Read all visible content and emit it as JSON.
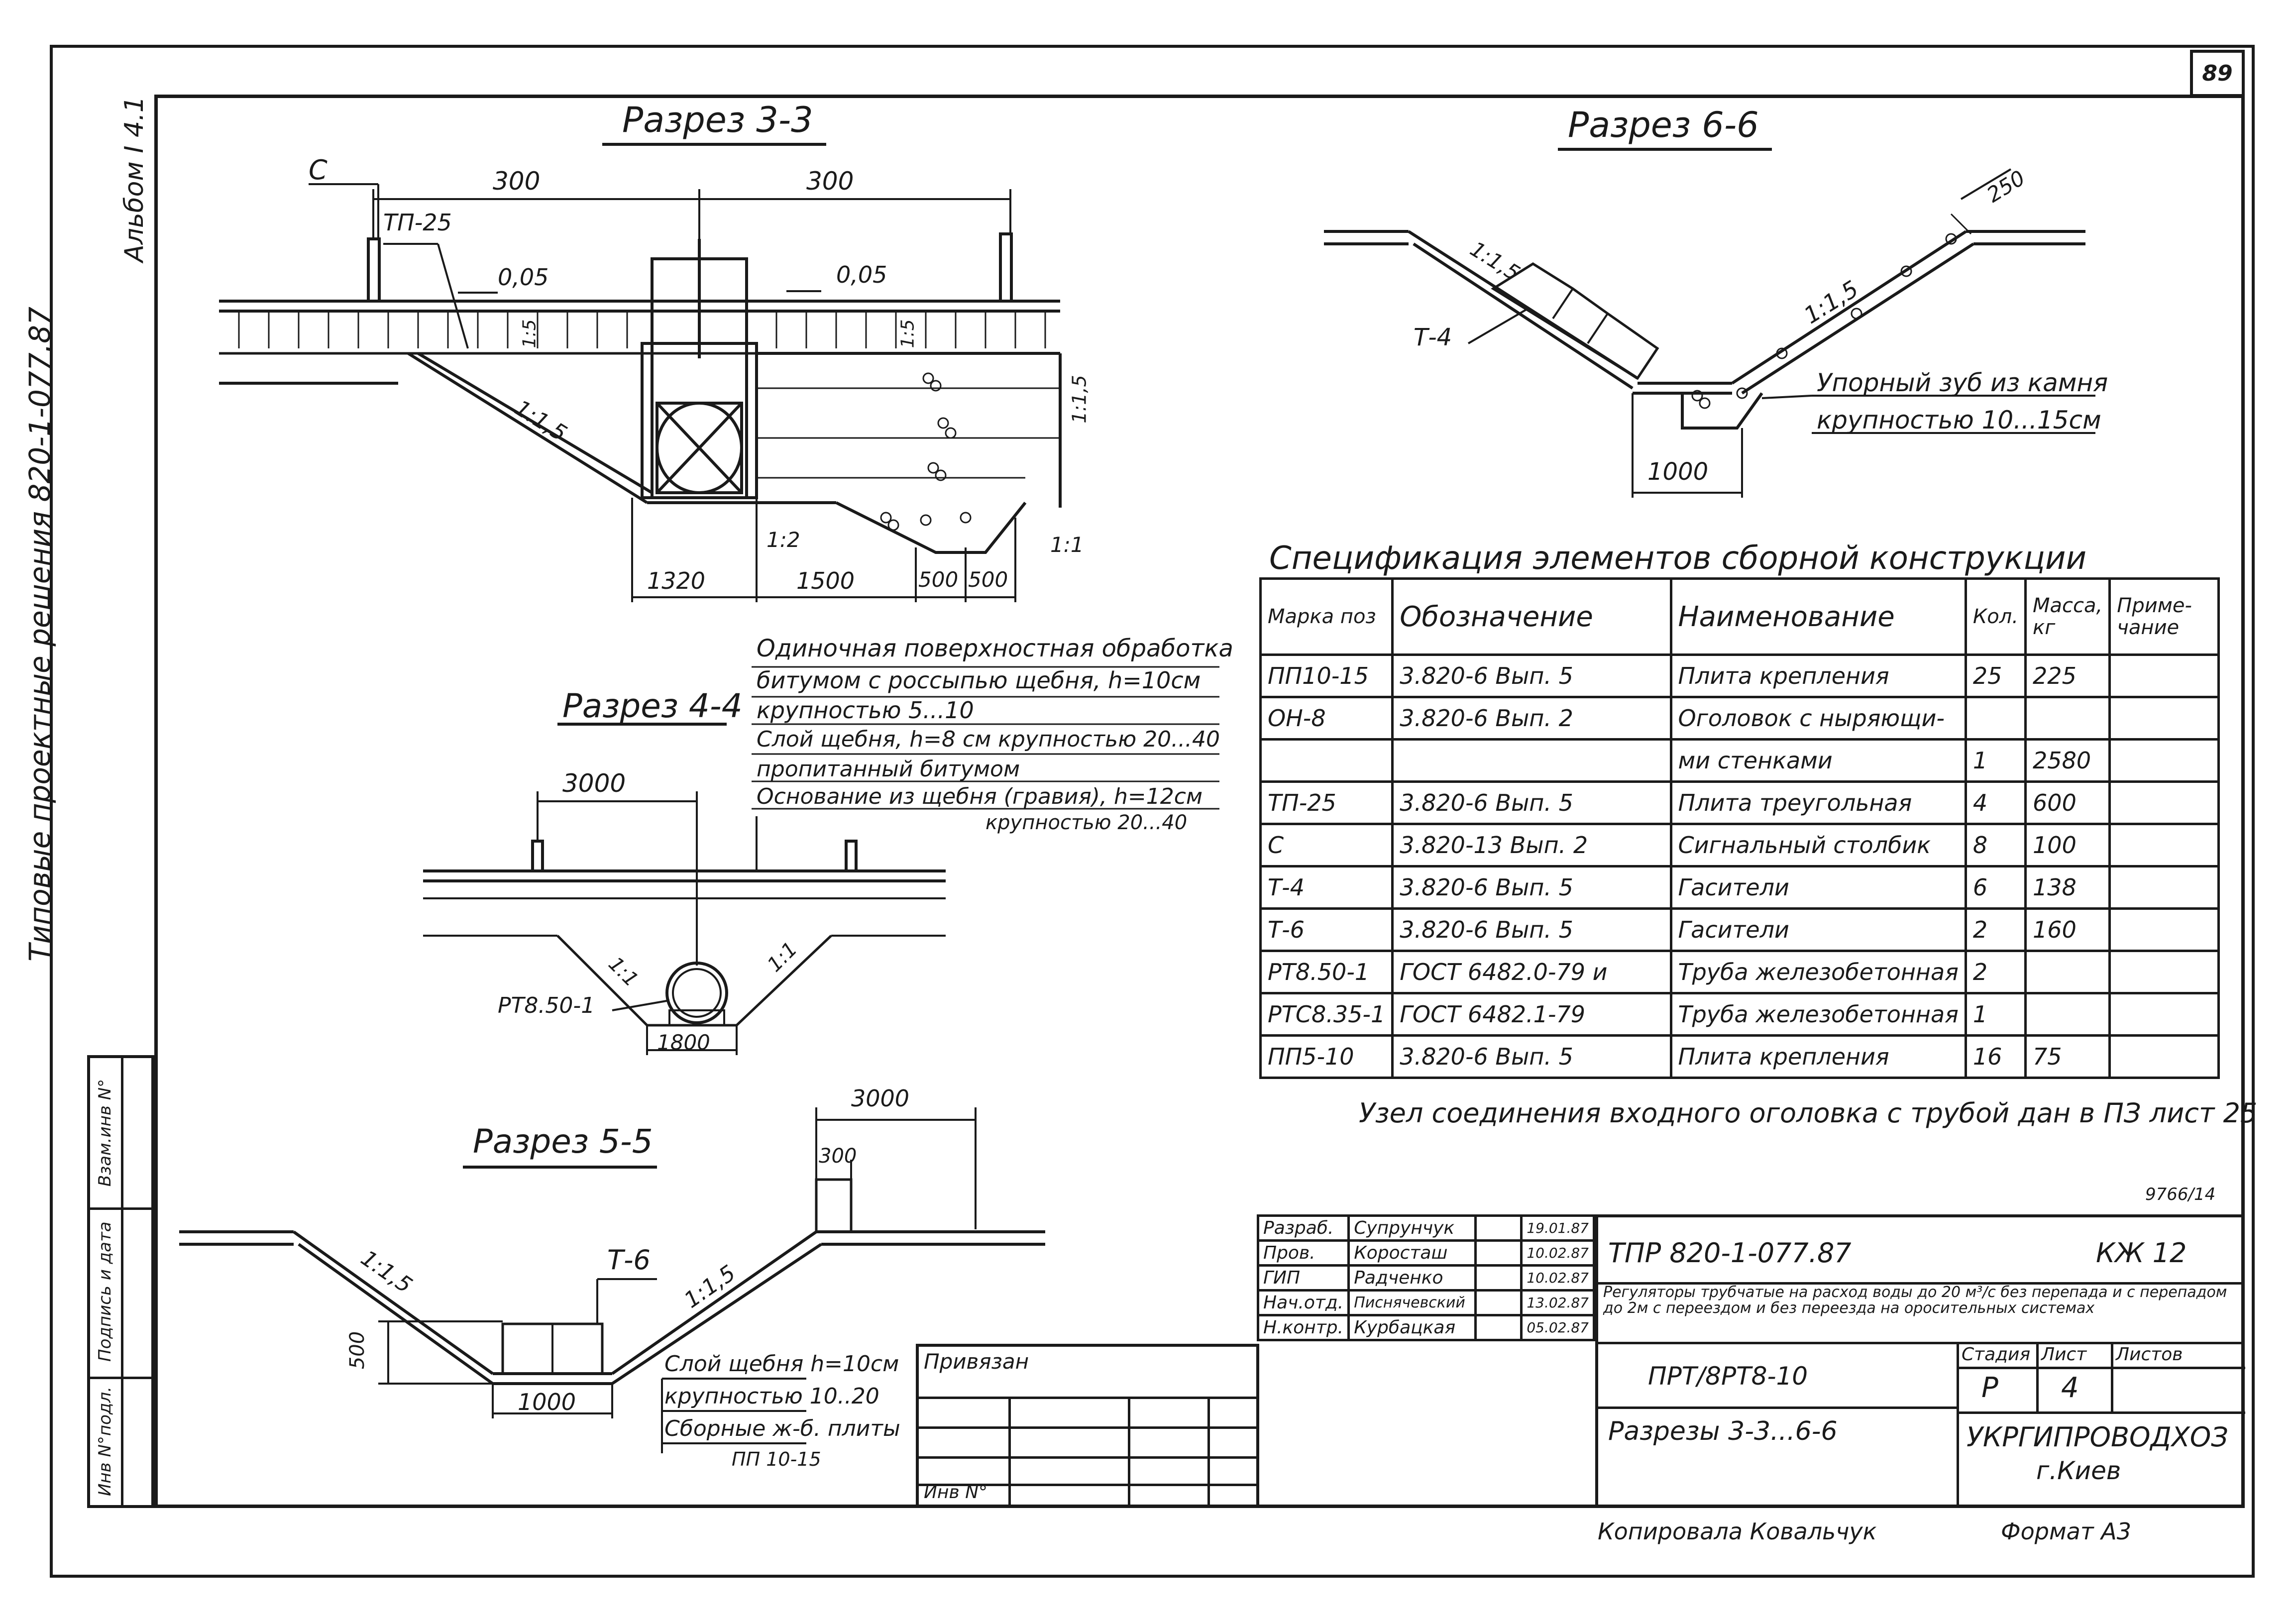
{
  "page_number": "89",
  "album_label": "Альбом I 4.1",
  "side_title": "Типовые проектные решения 820-1-077.87",
  "left_stamp": [
    "Инв N°подл.",
    "Подпись и дата",
    "Взам.инв N°"
  ],
  "sections": {
    "s33": {
      "title": "Разрез 3-3",
      "labels": [
        "С",
        "ТП-25",
        "300",
        "300",
        "0,05",
        "0,05",
        "1:5",
        "1:5",
        "1:1,5",
        "1:1,5",
        "1:2",
        "1:1",
        "1320",
        "1500",
        "500",
        "500"
      ]
    },
    "s66": {
      "title": "Разрез 6-6",
      "labels": [
        "250",
        "1:1,5",
        "1:1,5",
        "Т-4",
        "1000"
      ],
      "note_lines": [
        "Упорный зуб из камня",
        "крупностью 10...15см"
      ]
    },
    "s44": {
      "title": "Разрез 4-4",
      "labels": [
        "3000",
        "РТ8.50-1",
        "1800",
        "1:1",
        "1:1"
      ],
      "note_lines": [
        "Одиночная поверхностная обработка",
        "битумом с россыпью щебня, h=10см",
        "крупностью 5...10",
        "Слой щебня, h=8 см крупностью 20...40",
        "пропитанный битумом",
        "Основание из щебня (гравия), h=12см",
        "крупностью 20...40"
      ]
    },
    "s55": {
      "title": "Разрез 5-5",
      "labels": [
        "3000",
        "300",
        "Т-6",
        "1:1,5",
        "1:1,5",
        "500",
        "1000"
      ],
      "note_lines": [
        "Слой щебня h=10см",
        "крупностью 10..20",
        "Сборные ж-б. плиты",
        "ПП 10-15"
      ]
    }
  },
  "spec_title": "Спецификация элементов сборной конструкции",
  "spec_table": {
    "headers": [
      "Марка поз",
      "Обозначение",
      "Наименование",
      "Кол.",
      "Масса, кг",
      "Приме-чание"
    ],
    "rows": [
      [
        "ПП10-15",
        "3.820-6 Вып. 5",
        "Плита крепления",
        "25",
        "225",
        ""
      ],
      [
        "ОН-8",
        "3.820-6 Вып. 2",
        "Оголовок с ныряющи-",
        "",
        "",
        ""
      ],
      [
        "",
        "",
        "ми стенками",
        "1",
        "2580",
        ""
      ],
      [
        "ТП-25",
        "3.820-6 Вып. 5",
        "Плита треугольная",
        "4",
        "600",
        ""
      ],
      [
        "С",
        "3.820-13 Вып. 2",
        "Сигнальный столбик",
        "8",
        "100",
        ""
      ],
      [
        "Т-4",
        "3.820-6 Вып. 5",
        "Гасители",
        "6",
        "138",
        ""
      ],
      [
        "Т-6",
        "3.820-6 Вып. 5",
        "Гасители",
        "2",
        "160",
        ""
      ],
      [
        "РТ8.50-1",
        "ГОСТ 6482.0-79 и",
        "Труба железобетонная",
        "2",
        "",
        ""
      ],
      [
        "РТС8.35-1",
        "ГОСТ 6482.1-79",
        "Труба железобетонная",
        "1",
        "",
        ""
      ],
      [
        "ПП5-10",
        "3.820-6 Вып. 5",
        "Плита крепления",
        "16",
        "75",
        ""
      ]
    ]
  },
  "node_note": "Узел соединения входного оголовка с трубой дан в ПЗ лист 25",
  "small_code": "9766/14",
  "title_block": {
    "people": [
      [
        "Разраб.",
        "Супрунчук",
        "19.01.87"
      ],
      [
        "Пров.",
        "Коросташ",
        "10.02.87"
      ],
      [
        "ГИП",
        "Радченко",
        "10.02.87"
      ],
      [
        "Нач.отд.",
        "Писнячевский",
        "13.02.87"
      ],
      [
        "Н.контр.",
        "Курбацкая",
        "05.02.87"
      ]
    ],
    "doc_code": "ТПР 820-1-077.87",
    "sheet_mark": "КЖ 12",
    "description": "Регуляторы трубчатые на расход воды до 20 м³/с без перепада и с перепадом до 2м с переездом и без переезда на оросительных системах",
    "variant": "ПРТ/8РТ8-10",
    "stage_headers": [
      "Стадия",
      "Лист",
      "Листов"
    ],
    "stage_values": [
      "Р",
      "4",
      ""
    ],
    "sheet_title": "Разрезы 3-3...6-6",
    "org": "УКРГИПРОВОДХОЗ",
    "city": "г.Киев",
    "bound_label": "Привязан",
    "inv_label": "Инв N°"
  },
  "copied_by": "Копировала Ковальчук",
  "format": "Формат А3"
}
